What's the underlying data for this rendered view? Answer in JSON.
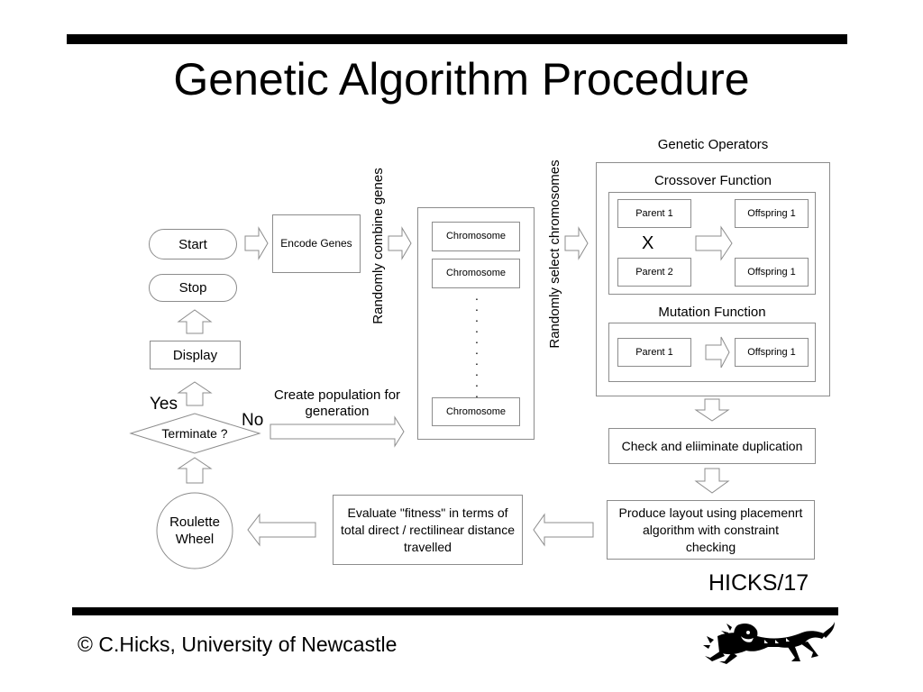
{
  "slide": {
    "title": "Genetic Algorithm Procedure",
    "page_id": "HICKS/17",
    "copyright": "© C.Hicks, University of Newcastle"
  },
  "flow": {
    "start": "Start",
    "stop": "Stop",
    "display": "Display",
    "terminate": "Terminate ?",
    "yes": "Yes",
    "no": "No",
    "roulette": "Roulette Wheel",
    "encode": "Encode Genes",
    "combine_label": "Randomly combine genes",
    "create_population": "Create population for generation",
    "chromosomes": [
      "Chromosome",
      "Chromosome",
      "Chromosome"
    ],
    "select_label": "Randomly select chromosomes",
    "check": "Check and eliiminate duplication",
    "produce": "Produce layout using placemenrt algorithm with constraint checking",
    "evaluate": "Evaluate \"fitness\" in terms of total direct / rectilinear distance travelled"
  },
  "operators": {
    "title": "Genetic Operators",
    "crossover": {
      "title": "Crossover Function",
      "parent1": "Parent 1",
      "parent2": "Parent 2",
      "offspring_a": "Offspring 1",
      "offspring_b": "Offspring 1",
      "symbol": "X"
    },
    "mutation": {
      "title": "Mutation Function",
      "parent": "Parent 1",
      "offspring": "Offspring 1"
    }
  },
  "logo": {
    "name": "lion-crest-icon"
  },
  "colors": {
    "border": "#8c8c8c",
    "text": "#000000",
    "background": "#ffffff"
  }
}
